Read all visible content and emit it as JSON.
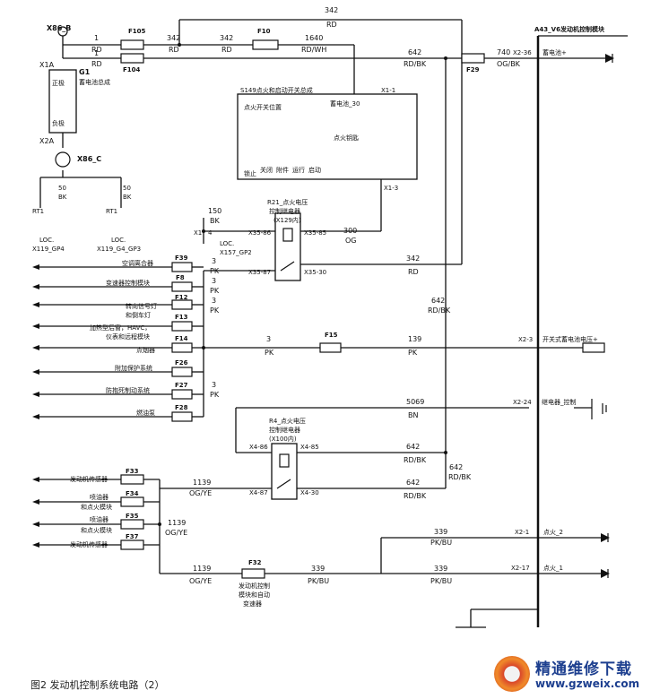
{
  "caption": "图2  发动机控制系统电路（2）",
  "watermark": {
    "name": "精通维修下载",
    "url": "www.gzweix.com"
  },
  "ecm": {
    "title": "A43_V6发动机控制模块",
    "pins": {
      "x2_36": "X2-36",
      "x2_3": "X2-3",
      "x2_24": "X2-24",
      "x2_1": "X2-1",
      "x2_17": "X2-17"
    },
    "signals": {
      "batt": "蓄电池+",
      "switched": "开关式蓄电池电压+",
      "relay_ctrl": "继电器_控制",
      "ign2": "点火_2",
      "ign1": "点火_1"
    }
  },
  "battery": {
    "x86b": "X86_B",
    "x1a": "X1A",
    "x2a": "X2A",
    "g1": "G1",
    "g1_name": "蓄电池总成",
    "pos": "正极",
    "neg": "负极",
    "x86c": "X86_C"
  },
  "grounds": {
    "wire1": "50",
    "c1": "BK",
    "wire2": "50",
    "c2": "BK",
    "rt1a": "RT1",
    "rt1b": "RT1",
    "loc1": "LOC.",
    "gp1": "X119_GP4",
    "loc2": "LOC.",
    "gp2": "X119_G4_GP3",
    "x1": "X1",
    "four": "4",
    "loc3": "LOC.",
    "gp3": "X157_GP2"
  },
  "wires": {
    "n1a": "1",
    "rd1a": "RD",
    "n1b": "1",
    "rd1b": "RD",
    "w342top": "342",
    "rdtop": "RD",
    "w342a": "342",
    "rda": "RD",
    "w342b": "342",
    "rdb": "RD",
    "w1640": "1640",
    "rdwh": "RD/WH",
    "w642": "642",
    "rdbk": "RD/BK",
    "w740": "740",
    "ogbk": "OG/BK",
    "w150": "150",
    "bk150": "BK",
    "w300": "300",
    "og300": "OG",
    "w342c": "342",
    "rdc": "RD",
    "w642v": "642",
    "rdbkv": "RD/BK",
    "p1": "3",
    "pk1": "PK",
    "p2": "3",
    "pk2": "PK",
    "p3": "3",
    "pk3": "PK",
    "w3": "3",
    "pk": "PK",
    "w139": "139",
    "pk139": "PK",
    "p4": "3",
    "pk4": "PK",
    "w5069": "5069",
    "bn": "BN",
    "w642b": "642",
    "rdbkb": "RD/BK",
    "w642c": "642",
    "rdbkc": "RD/BK",
    "w642d": "642",
    "rdbkd": "RD/BK",
    "w1139a": "1139",
    "ogyea": "OG/YE",
    "w1139b": "1139",
    "ogyeb": "OG/YE",
    "w1139c": "1139",
    "ogyec": "OG/YE",
    "w339a": "339",
    "pkbua": "PK/BU",
    "w339b": "339",
    "pkbub": "PK/BU",
    "w339c": "339",
    "pkbuc": "PK/BU"
  },
  "fuses": {
    "f105": "F105",
    "f104": "F104",
    "f10": "F10",
    "f29": "F29",
    "f39": "F39",
    "f8": "F8",
    "f12": "F12",
    "f13": "F13",
    "f14": "F14",
    "f15": "F15",
    "f26": "F26",
    "f27": "F27",
    "f28": "F28",
    "f33": "F33",
    "f34": "F34",
    "f35": "F35",
    "f37": "F37",
    "f32": "F32"
  },
  "loads": {
    "f39": "空调离合器",
    "f8": "变速器控制模块",
    "f12a": "转向信号灯",
    "f12b": "和倒车灯",
    "f13a": "加热型后窗，HAVC，",
    "f13b": "仪表和远程模块",
    "f14": "点烟器",
    "f26": "附加保护系统",
    "f27": "防抱死制动系统",
    "f28": "燃油泵",
    "f33": "发动机传感器",
    "f34a": "喷油器",
    "f34b": "和点火模块",
    "f35a": "喷油器",
    "f35b": "和点火模块",
    "f37": "发动机传感器",
    "f32a": "发动机控制",
    "f32b": "模块和自动",
    "f32c": "变速器"
  },
  "switch": {
    "title": "S149点火和启动开关总成",
    "pin11": "X1-1",
    "pin13": "X1-3",
    "batt30": "蓄电池_30",
    "accy": "附件",
    "run": "运行",
    "start": "启动",
    "lock": "锁止",
    "off": "关闭",
    "unlock": "点火钥匙",
    "lamp": "点火开关位置"
  },
  "relay1": {
    "name": "R21_点火电压",
    "name2": "控制继电器",
    "loc": "(X129内)",
    "p86": "X35-86",
    "p85": "X35-85",
    "p87": "X35-87",
    "p30": "X35-30"
  },
  "relay2": {
    "name": "R4_点火电压",
    "name2": "控制继电器",
    "loc": "(X100内)",
    "p86": "X4-86",
    "p85": "X4-85",
    "p87": "X4-87",
    "p30": "X4-30"
  }
}
